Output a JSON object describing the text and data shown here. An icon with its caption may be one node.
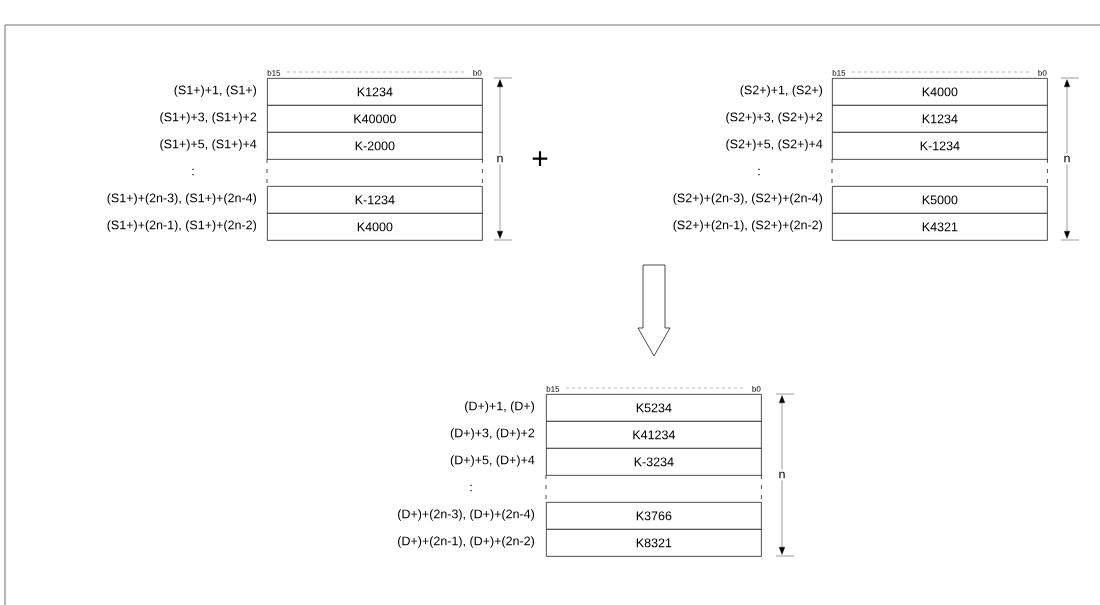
{
  "diagram": {
    "nodes": [
      {
        "text": [
          "K1234"
        ],
        "beside": [
          "(S1+)+1, (S1+)"
        ]
      },
      {
        "text": [
          "K40000"
        ],
        "beside": [
          "(S1+)+3, (S1+)+2"
        ]
      },
      {
        "text": [
          "K-2000"
        ],
        "beside": [
          "(S1+)+5, (S1+)+4"
        ]
      },
      {
        "text": [],
        "shape": "box"
      },
      {
        "text": [
          "K-1234"
        ],
        "beside": [
          "(S1+)+(2n-3), (S1+)+(2n-4)"
        ]
      },
      {
        "text": [
          "K4000"
        ],
        "beside": [
          "(S1+)+(2n-1), (S1+)+(2n-2)"
        ]
      },
      {
        "text": [
          "K4000"
        ],
        "beside": [
          "(S2+)+1, (S2+)"
        ]
      },
      {
        "text": [
          "K1234"
        ],
        "beside": [
          "(S2+)+3, (S2+)+2"
        ]
      },
      {
        "text": [
          "K-1234"
        ],
        "beside": [
          "(S2+)+5, (S2+)+4"
        ]
      },
      {
        "text": [],
        "shape": "box"
      },
      {
        "text": [
          "K5000"
        ],
        "beside": [
          "(S2+)+(2n-3), (S2+)+(2n-4)"
        ]
      },
      {
        "text": [
          "K4321"
        ],
        "beside": [
          "(S2+)+(2n-1), (S2+)+(2n-2)"
        ]
      },
      {
        "text": [
          "K5234"
        ],
        "beside": [
          "(D+)+1, (D+)"
        ]
      },
      {
        "text": [
          "K41234"
        ],
        "beside": [
          "(D+)+3, (D+)+2"
        ]
      },
      {
        "text": [
          "K-3234"
        ],
        "beside": [
          "(D+)+5, (D+)+4"
        ]
      },
      {
        "text": [],
        "shape": "box"
      },
      {
        "text": [
          "K3766"
        ],
        "beside": [
          "(D+)+(2n-3), (D+)+(2n-4)"
        ]
      },
      {
        "text": [
          "K8321"
        ],
        "beside": [
          "(D+)+(2n-1), (D+)+(2n-2)"
        ]
      }
    ],
    "labels": [
      "b15",
      "b0",
      ":",
      "n",
      "+",
      "b15",
      "b0",
      ":",
      "n",
      "b15",
      "b0",
      ":",
      "n"
    ]
  }
}
